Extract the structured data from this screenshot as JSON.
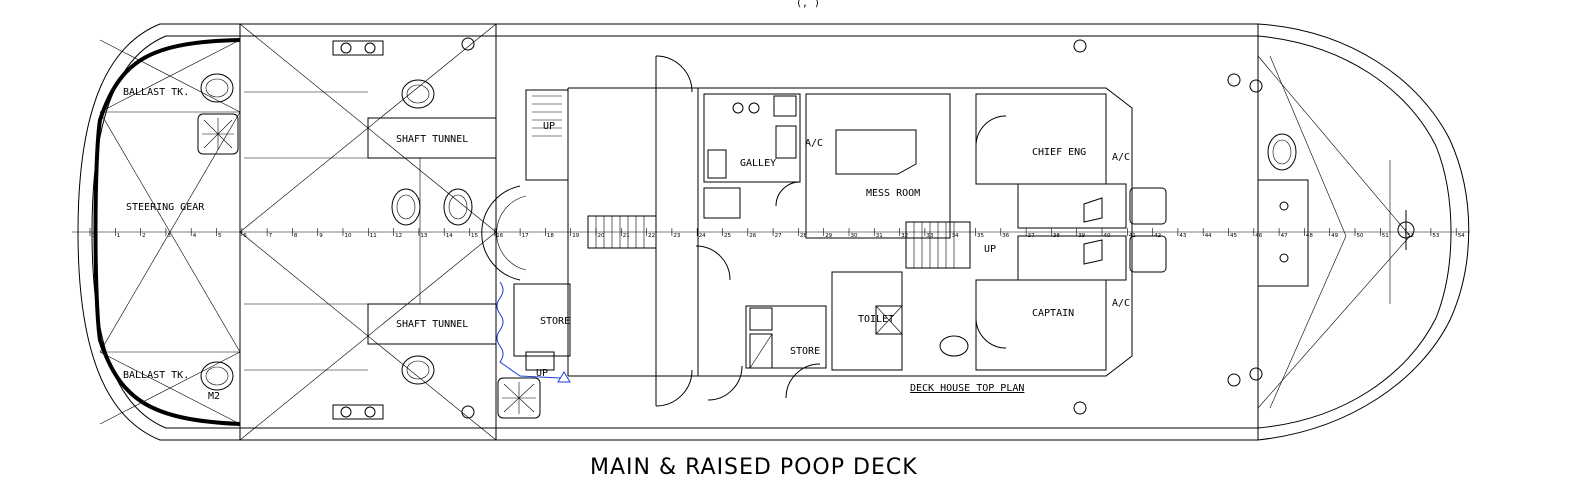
{
  "drawing": {
    "title": "MAIN & RAISED POOP DECK",
    "subtitle": "DECK HOUSE TOP PLAN",
    "top_fragment": "(, )"
  },
  "labels": {
    "ballast_top": "BALLAST TK.",
    "ballast_bottom": "BALLAST TK.",
    "m2": "M2",
    "steering_gear": "STEERING GEAR",
    "shaft_tunnel_top": "SHAFT TUNNEL",
    "shaft_tunnel_bottom": "SHAFT TUNNEL",
    "up_stair_top": "UP",
    "up_stair_bottom": "UP",
    "store_aft": "STORE",
    "galley": "GALLEY",
    "mess_room": "MESS ROOM",
    "up_mess": "UP",
    "chief_eng": "CHIEF ENG",
    "captain": "CAPTAIN",
    "toilet": "TOILET",
    "store_fwd": "STORE",
    "ac_galley": "A/C",
    "ac_chief": "A/C",
    "ac_captain": "A/C"
  },
  "frame_numbers": [
    "0",
    "1",
    "2",
    "3",
    "4",
    "5",
    "6",
    "7",
    "8",
    "9",
    "10",
    "11",
    "12",
    "13",
    "14",
    "15",
    "16",
    "17",
    "18",
    "19",
    "20",
    "21",
    "22",
    "23",
    "24",
    "25",
    "26",
    "27",
    "28",
    "29",
    "30",
    "31",
    "32",
    "33",
    "34",
    "35",
    "36",
    "37",
    "38",
    "39",
    "40",
    "41",
    "42",
    "43",
    "44",
    "45",
    "46",
    "47",
    "48",
    "49",
    "50",
    "51",
    "52",
    "53",
    "54"
  ],
  "colors": {
    "line": "#000000",
    "markup": "#1a3fd6",
    "background": "#ffffff"
  }
}
